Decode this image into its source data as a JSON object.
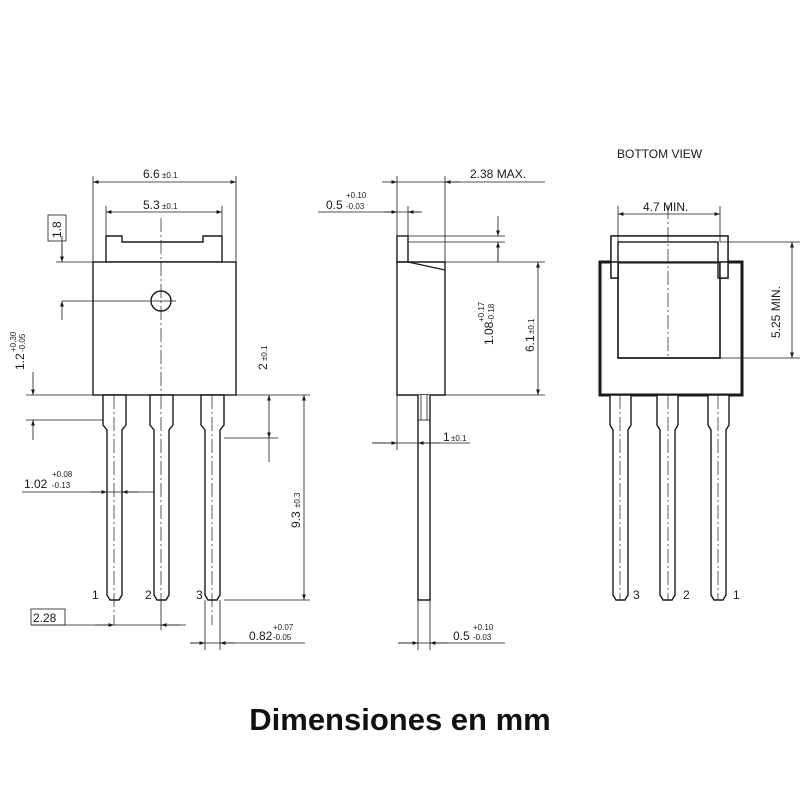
{
  "caption": "Dimensiones en mm",
  "bottom_view_title": "BOTTOM VIEW",
  "front": {
    "width": {
      "value": "6.6",
      "tol": "±0.1"
    },
    "tab_width": {
      "value": "5.3",
      "tol": "±0.1"
    },
    "tab_height": {
      "value": "1.8"
    },
    "hole_offset": {
      "value": "1.2",
      "tol_upper": "+0.30",
      "tol_lower": "-0.05"
    },
    "shoulder": {
      "value": "2",
      "tol": "±0.1"
    },
    "lead_width": {
      "value": "1.02",
      "tol_upper": "+0.08",
      "tol_lower": "-0.13"
    },
    "lead_length": {
      "value": "9.3",
      "tol": "±0.3"
    },
    "pitch": {
      "value": "2.28"
    },
    "lead_tip": {
      "value": "0.82",
      "tol_upper": "+0.07",
      "tol_lower": "-0.05"
    },
    "pins": [
      "1",
      "2",
      "3"
    ]
  },
  "side": {
    "tab_thickness": {
      "value": "0.5",
      "tol_upper": "+0.10",
      "tol_lower": "-0.03"
    },
    "max_thickness": {
      "value": "2.38 MAX."
    },
    "step": {
      "value": "1.08",
      "tol_upper": "+0.17",
      "tol_lower": "-0.18"
    },
    "body_height": {
      "value": "6.1",
      "tol": "±0.1"
    },
    "lead_offset": {
      "value": "1",
      "tol": "±0.1"
    },
    "lead_thickness": {
      "value": "0.5",
      "tol_upper": "+0.10",
      "tol_lower": "-0.03"
    }
  },
  "bottom": {
    "pad_width": {
      "value": "4.7 MIN."
    },
    "pad_height": {
      "value": "5.25 MIN."
    },
    "pins": [
      "3",
      "2",
      "1"
    ]
  }
}
